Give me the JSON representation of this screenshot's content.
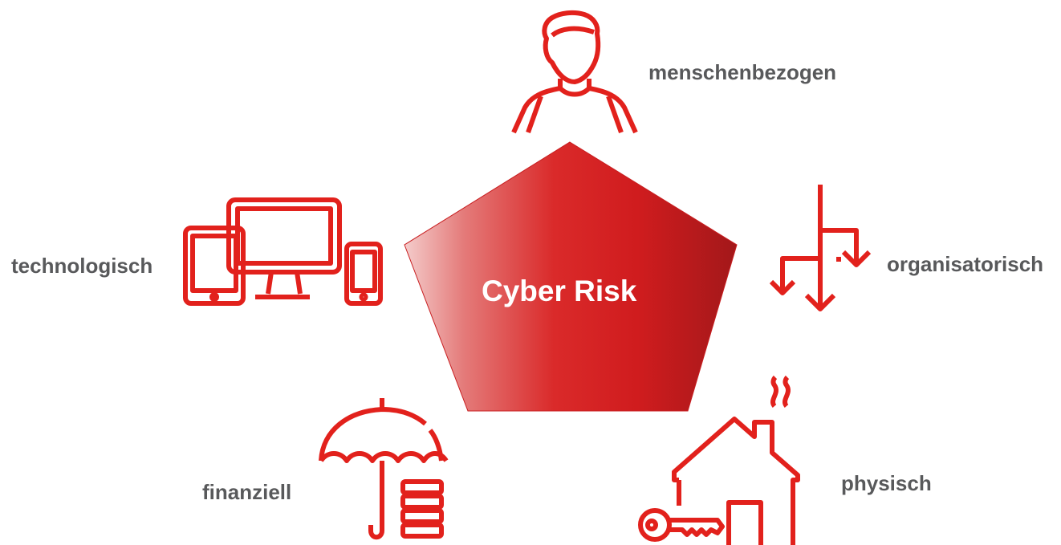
{
  "center": {
    "title": "Cyber Risk"
  },
  "categories": {
    "human": "menschenbezogen",
    "technology": "technologisch",
    "organizational": "organisatorisch",
    "financial": "finanziell",
    "physical": "physisch"
  },
  "colors": {
    "accent": "#e2211c",
    "label": "#58595b",
    "pentagon_light": "#f2c4c3",
    "pentagon_dark": "#a8191a"
  },
  "icons": [
    "person-icon",
    "devices-icon",
    "org-chart-arrows-icon",
    "umbrella-coins-icon",
    "house-key-icon"
  ]
}
